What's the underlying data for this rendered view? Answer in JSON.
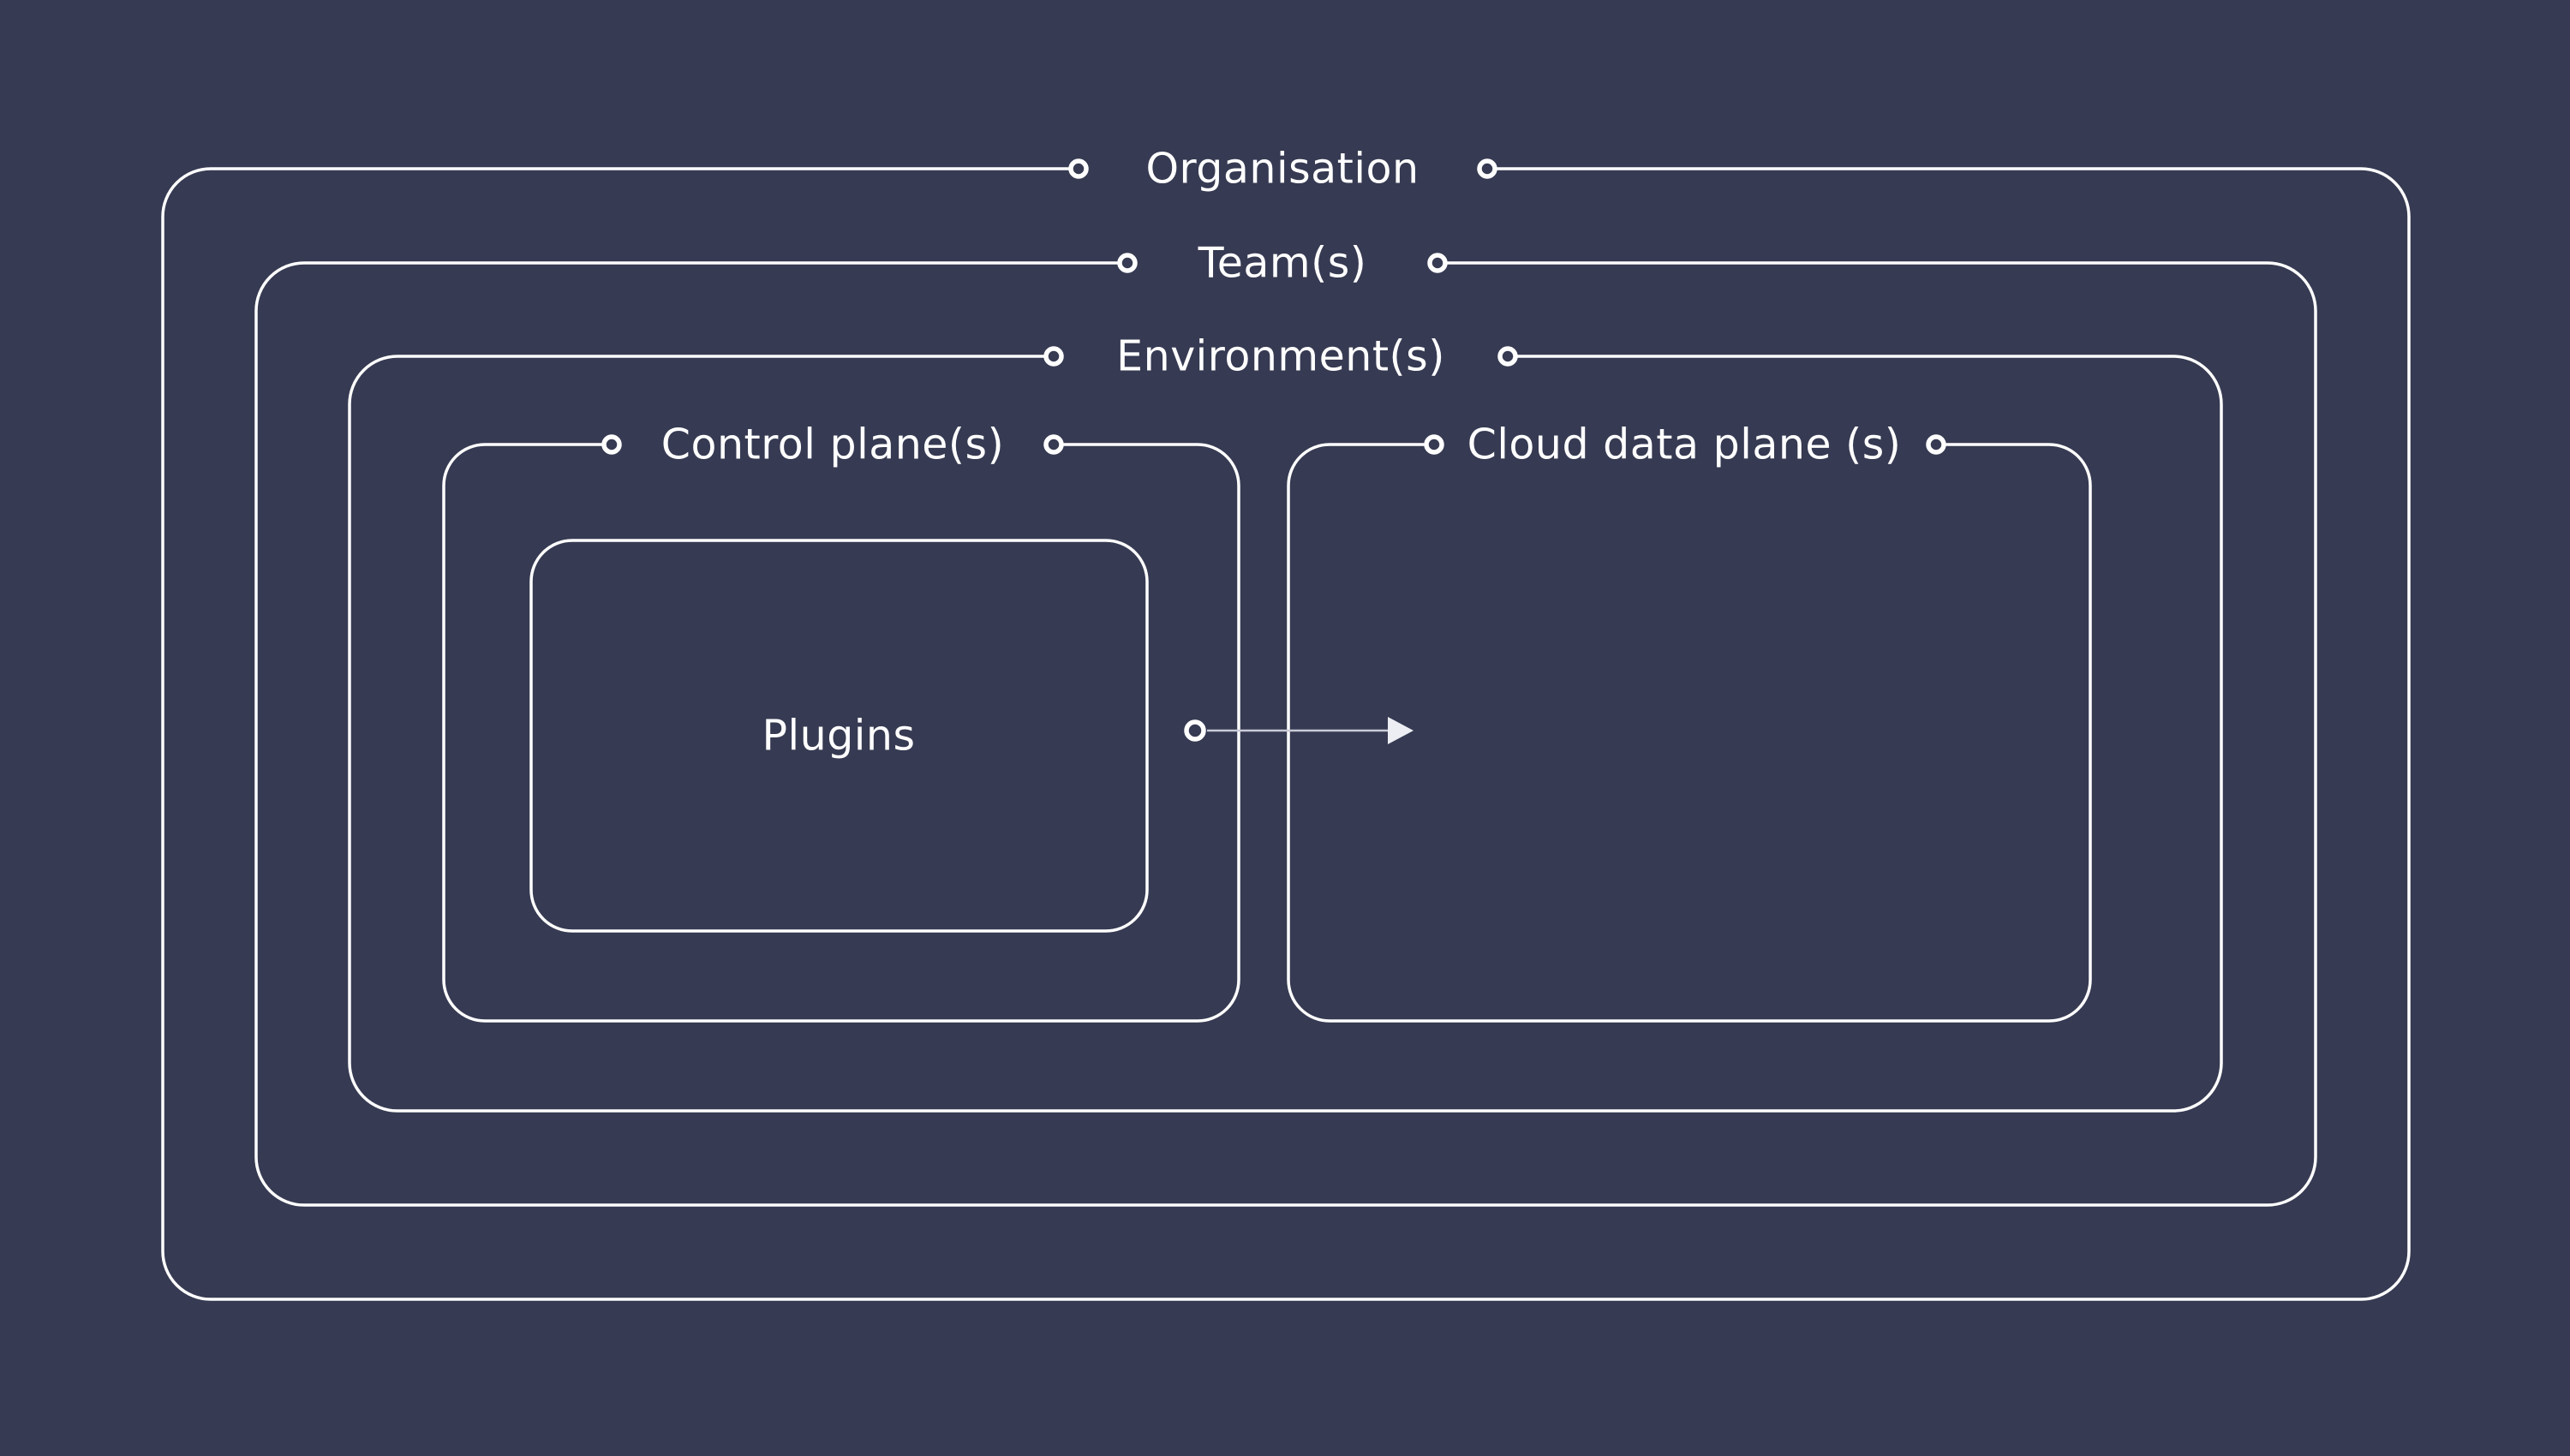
{
  "colors": {
    "background": "#363a52",
    "line": "#ffffff",
    "text": "#ffffff",
    "arrow_line": "#c9cbd8",
    "arrow_head": "#eceef4"
  },
  "diagram": {
    "organisation": {
      "label": "Organisation"
    },
    "team": {
      "label": "Team(s)"
    },
    "environment": {
      "label": "Environment(s)"
    },
    "control_plane": {
      "label": "Control plane(s)"
    },
    "plugins": {
      "label": "Plugins"
    },
    "cloud_data_plane": {
      "label": "Cloud data plane (s)"
    },
    "arrow": {
      "from": "Plugins",
      "to": "Cloud data plane (s)"
    }
  }
}
